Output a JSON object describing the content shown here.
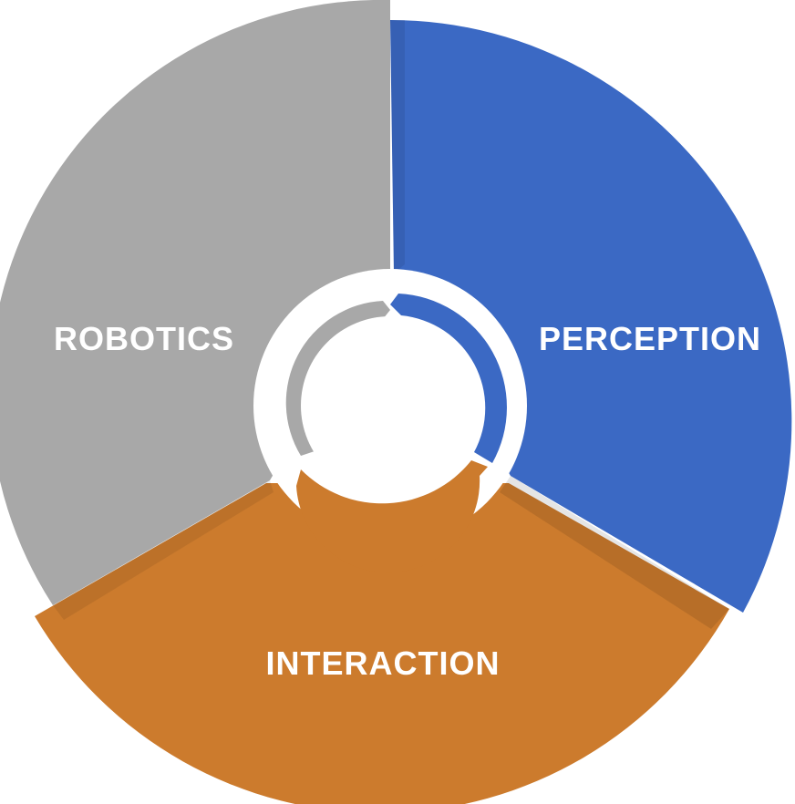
{
  "diagram": {
    "segments": [
      {
        "id": "perception",
        "label": "PERCEPTION",
        "color": "#3b69c4"
      },
      {
        "id": "interaction",
        "label": "INTERACTION",
        "color": "#cc7b2d"
      },
      {
        "id": "robotics",
        "label": "ROBOTICS",
        "color": "#a8a8a8"
      }
    ],
    "cycle": {
      "ring_color": "#ffffff",
      "arrows": [
        "cycle-arrow-perception",
        "cycle-arrow-interaction",
        "cycle-arrow-robotics"
      ]
    },
    "background_color": "#ffffff"
  }
}
